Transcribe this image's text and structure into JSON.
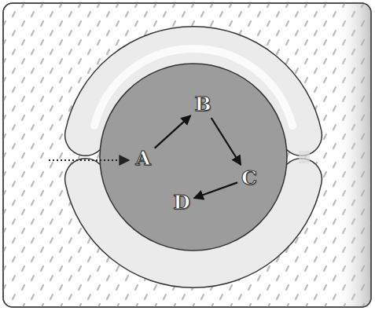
{
  "diagram": {
    "nodes": [
      {
        "text": [
          "A"
        ]
      },
      {
        "text": [
          "B"
        ]
      },
      {
        "text": [
          "C"
        ]
      },
      {
        "text": [
          "D"
        ]
      }
    ],
    "edges": [
      {
        "from": 0,
        "to": 1,
        "arrow": "to"
      },
      {
        "from": 1,
        "to": 2,
        "arrow": "to"
      },
      {
        "from": 2,
        "to": 3,
        "arrow": "to"
      }
    ]
  }
}
